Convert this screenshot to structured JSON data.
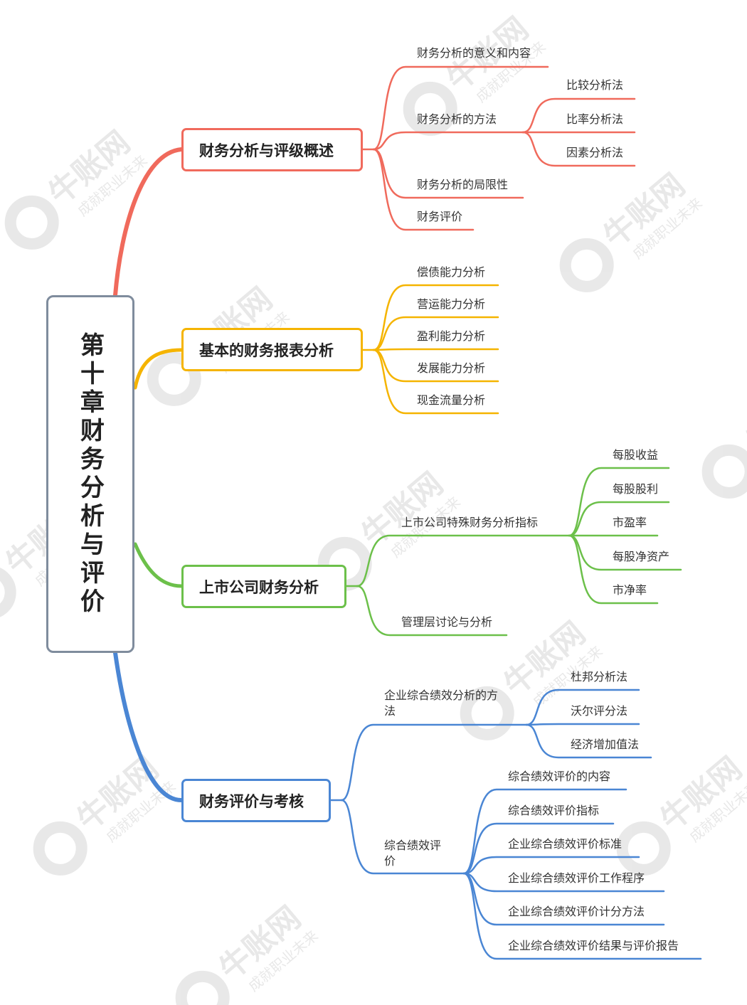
{
  "root": {
    "title": "第十章财务分析与评价"
  },
  "watermark": {
    "brand": "牛账网",
    "slogan": "成就职业未来"
  },
  "branches": [
    {
      "label": "财务分析与评级概述",
      "color": "#f06a5c",
      "items": [
        {
          "label": "财务分析的意义和内容"
        },
        {
          "label": "财务分析的方法",
          "children": [
            "比较分析法",
            "比率分析法",
            "因素分析法"
          ]
        },
        {
          "label": "财务分析的局限性"
        },
        {
          "label": "财务评价"
        }
      ]
    },
    {
      "label": "基本的财务报表分析",
      "color": "#f5b400",
      "items": [
        {
          "label": "偿债能力分析"
        },
        {
          "label": "营运能力分析"
        },
        {
          "label": "盈利能力分析"
        },
        {
          "label": "发展能力分析"
        },
        {
          "label": "现金流量分析"
        }
      ]
    },
    {
      "label": "上市公司财务分析",
      "color": "#6cc04a",
      "items": [
        {
          "label": "上市公司特殊财务分析指标",
          "children": [
            "每股收益",
            "每股股利",
            "市盈率",
            "每股净资产",
            "市净率"
          ]
        },
        {
          "label": "管理层讨论与分析"
        }
      ]
    },
    {
      "label": "财务评价与考核",
      "color": "#4a86d4",
      "items": [
        {
          "label": "企业综合绩效分析的方法",
          "children": [
            "杜邦分析法",
            "沃尔评分法",
            "经济增加值法"
          ]
        },
        {
          "label": "综合绩效评价",
          "children": [
            "综合绩效评价的内容",
            "综合绩效评价指标",
            "企业综合绩效评价标准",
            "企业综合绩效评价工作程序",
            "企业综合绩效评价计分方法",
            "企业综合绩效评价结果与评价报告"
          ]
        }
      ]
    }
  ]
}
